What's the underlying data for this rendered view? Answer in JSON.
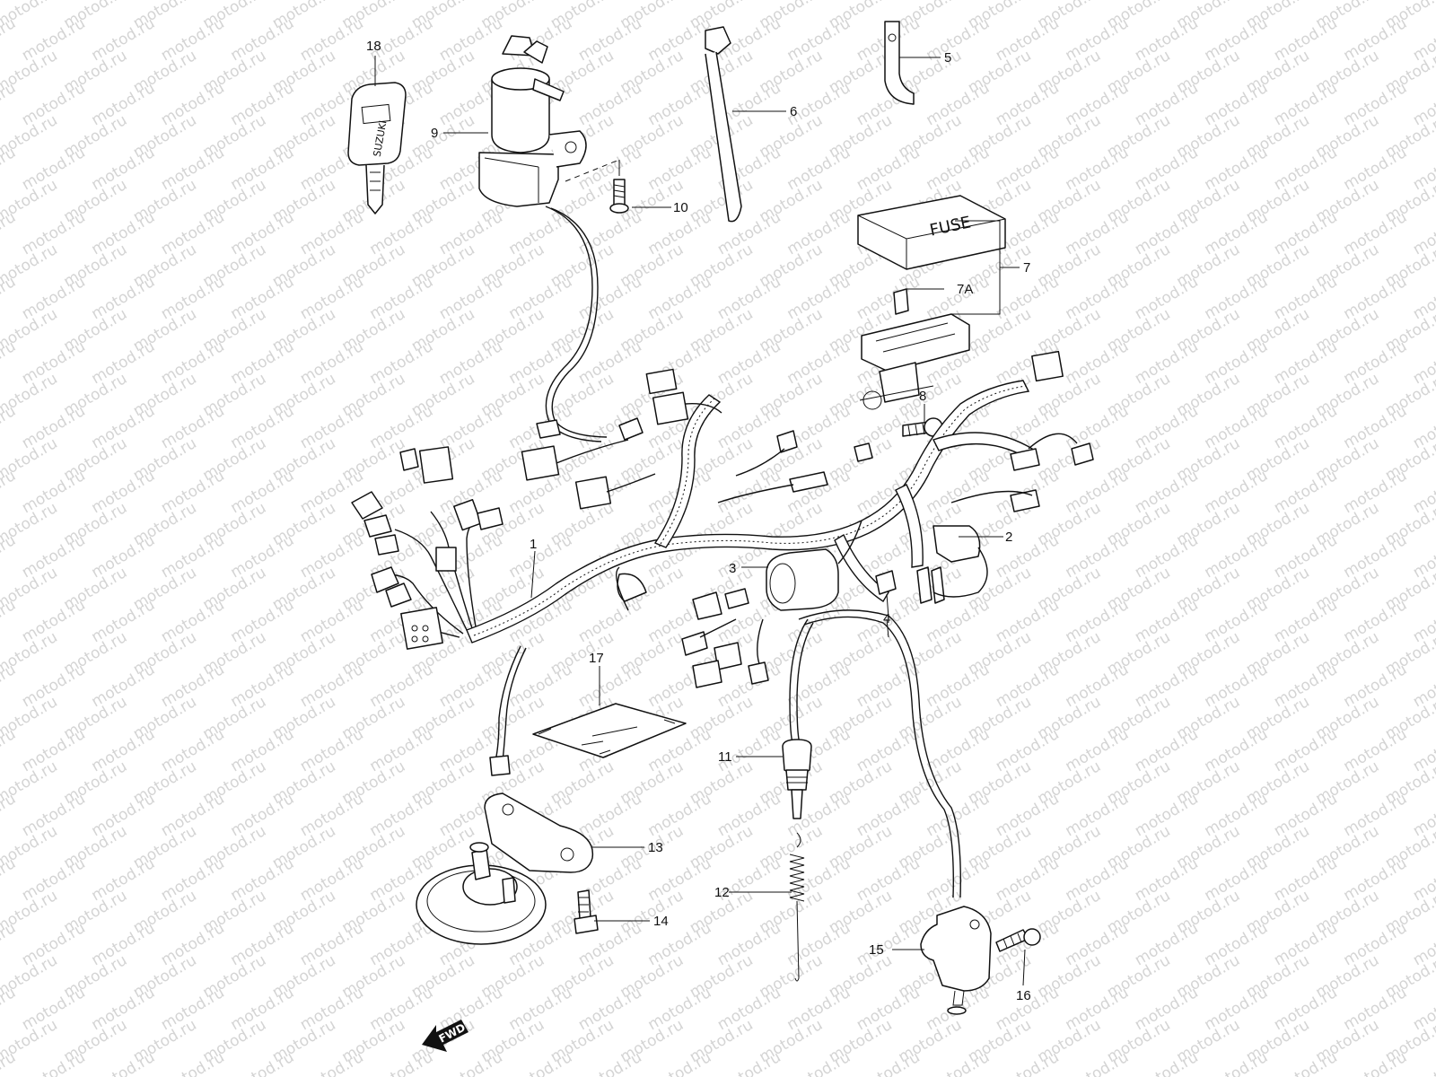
{
  "watermark": {
    "text": "motod.ru",
    "color": "#d4d4d4"
  },
  "diagram": {
    "fuse_box_label": "FUSE",
    "key_brand": "SUZUKI",
    "direction_label": "FWD",
    "callouts": [
      {
        "id": "1",
        "label": "1"
      },
      {
        "id": "2",
        "label": "2"
      },
      {
        "id": "3",
        "label": "3"
      },
      {
        "id": "4",
        "label": "4"
      },
      {
        "id": "5",
        "label": "5"
      },
      {
        "id": "6",
        "label": "6"
      },
      {
        "id": "7",
        "label": "7"
      },
      {
        "id": "7A",
        "label": "7A"
      },
      {
        "id": "8",
        "label": "8"
      },
      {
        "id": "9",
        "label": "9"
      },
      {
        "id": "10",
        "label": "10"
      },
      {
        "id": "11",
        "label": "11"
      },
      {
        "id": "12",
        "label": "12"
      },
      {
        "id": "13",
        "label": "13"
      },
      {
        "id": "14",
        "label": "14"
      },
      {
        "id": "15",
        "label": "15"
      },
      {
        "id": "16",
        "label": "16"
      },
      {
        "id": "17",
        "label": "17"
      },
      {
        "id": "18",
        "label": "18"
      }
    ]
  }
}
